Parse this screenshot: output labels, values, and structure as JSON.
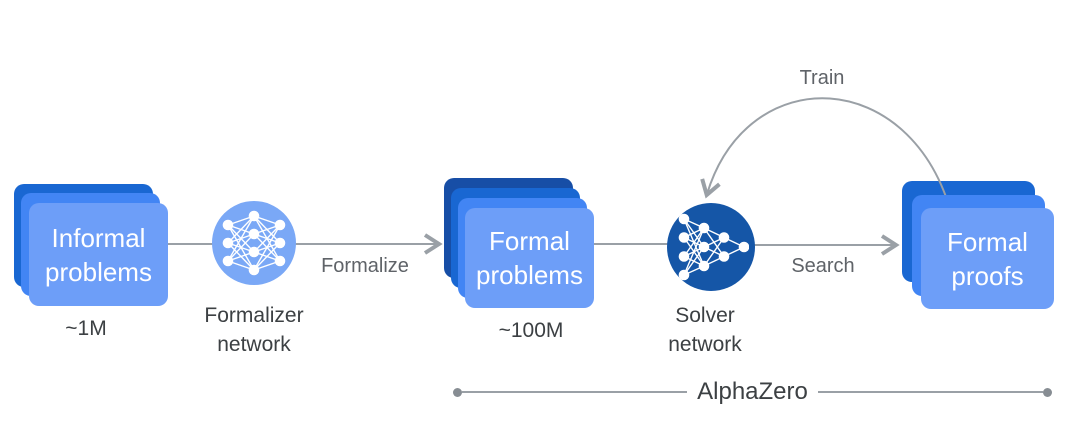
{
  "diagram": {
    "stacks": [
      {
        "id": "informal-problems",
        "title": "Informal\nproblems",
        "count": "~1M",
        "layers": [
          "#1967d2",
          "#4285f4",
          "#6d9ef8"
        ]
      },
      {
        "id": "formal-problems",
        "title": "Formal\nproblems",
        "count": "~100M",
        "layers": [
          "#174ea6",
          "#1967d2",
          "#4285f4",
          "#6d9ef8"
        ]
      },
      {
        "id": "formal-proofs",
        "title": "Formal\nproofs",
        "layers": [
          "#1967d2",
          "#4285f4",
          "#6d9ef8"
        ]
      }
    ],
    "networks": [
      {
        "id": "formalizer-network",
        "label": "Formalizer\nnetwork",
        "color": "#7aa8f6",
        "icon": "neural-net-3-4-3"
      },
      {
        "id": "solver-network",
        "label": "Solver\nnetwork",
        "color": "#1556a7",
        "icon": "neural-net-funnel"
      }
    ],
    "edge_labels": {
      "formalize": "Formalize",
      "search": "Search",
      "train": "Train"
    },
    "bracket": {
      "label": "AlphaZero"
    },
    "arrow_color": "#9aa0a6",
    "edge_label_color": "#5f6368",
    "text_color": "#3c4043",
    "card_text_color": "#ffffff"
  }
}
